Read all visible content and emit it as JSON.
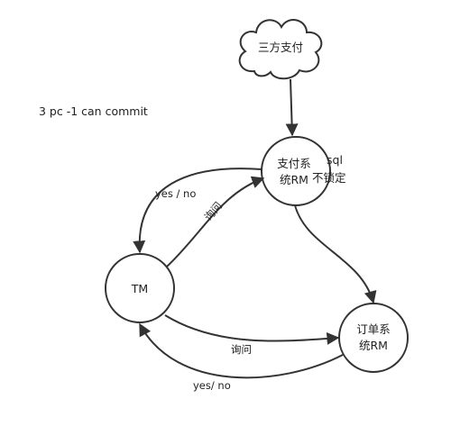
{
  "note": "3 pc -1 can commit",
  "nodes": {
    "third_party": {
      "label": "三方支付"
    },
    "payment_rm": {
      "line1": "支付系",
      "line2": "统RM",
      "side_top": "sql",
      "side_bottom": "不锁定"
    },
    "tm": {
      "label": "TM"
    },
    "order_rm": {
      "line1": "订单系",
      "line2": "统RM"
    }
  },
  "edges": {
    "payment_to_tm": "yes / no",
    "tm_to_payment": "询问",
    "tm_to_order": "询问",
    "order_to_tm": "yes/ no"
  },
  "colors": {
    "stroke": "#333333",
    "text": "#222222",
    "background": "#ffffff"
  }
}
